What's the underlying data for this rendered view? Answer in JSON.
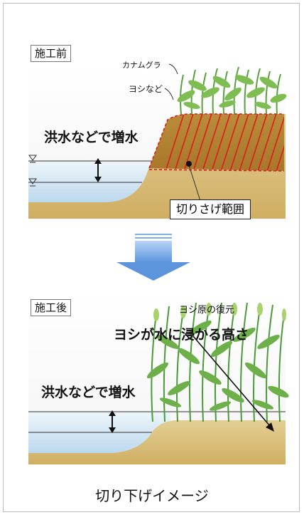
{
  "before": {
    "tag": "施工前",
    "annotations": {
      "kanamugura": "カナムグラ",
      "yoshi": "ヨシなど",
      "flood": "洪水などで増水",
      "cut_range": "切りさげ範囲"
    }
  },
  "after": {
    "tag": "施工後",
    "annotations": {
      "restore": "ヨシ原の復元",
      "height": "ヨシが水に浸かる高さ",
      "flood": "洪水などで増水"
    }
  },
  "caption": "切り下げイメージ",
  "colors": {
    "water": "#dbeaf5",
    "soil": "#d8c07a",
    "hatch": "#d91e1e",
    "plant": "#4a9a3a",
    "arrow": "#6aa0e0"
  }
}
